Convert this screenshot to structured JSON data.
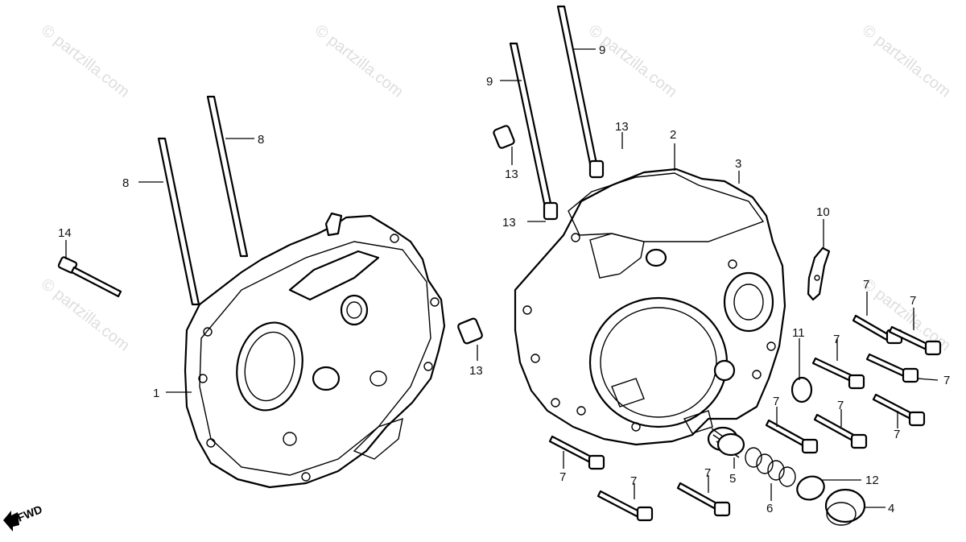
{
  "watermark": "© partzilla.com",
  "direction_label": "FWD",
  "callouts": {
    "c1": "1",
    "c2": "2",
    "c3": "3",
    "c4": "4",
    "c5": "5",
    "c6": "6",
    "c7": "7",
    "c8": "8",
    "c9": "9",
    "c10": "10",
    "c11": "11",
    "c12": "12",
    "c13": "13",
    "c14": "14"
  }
}
